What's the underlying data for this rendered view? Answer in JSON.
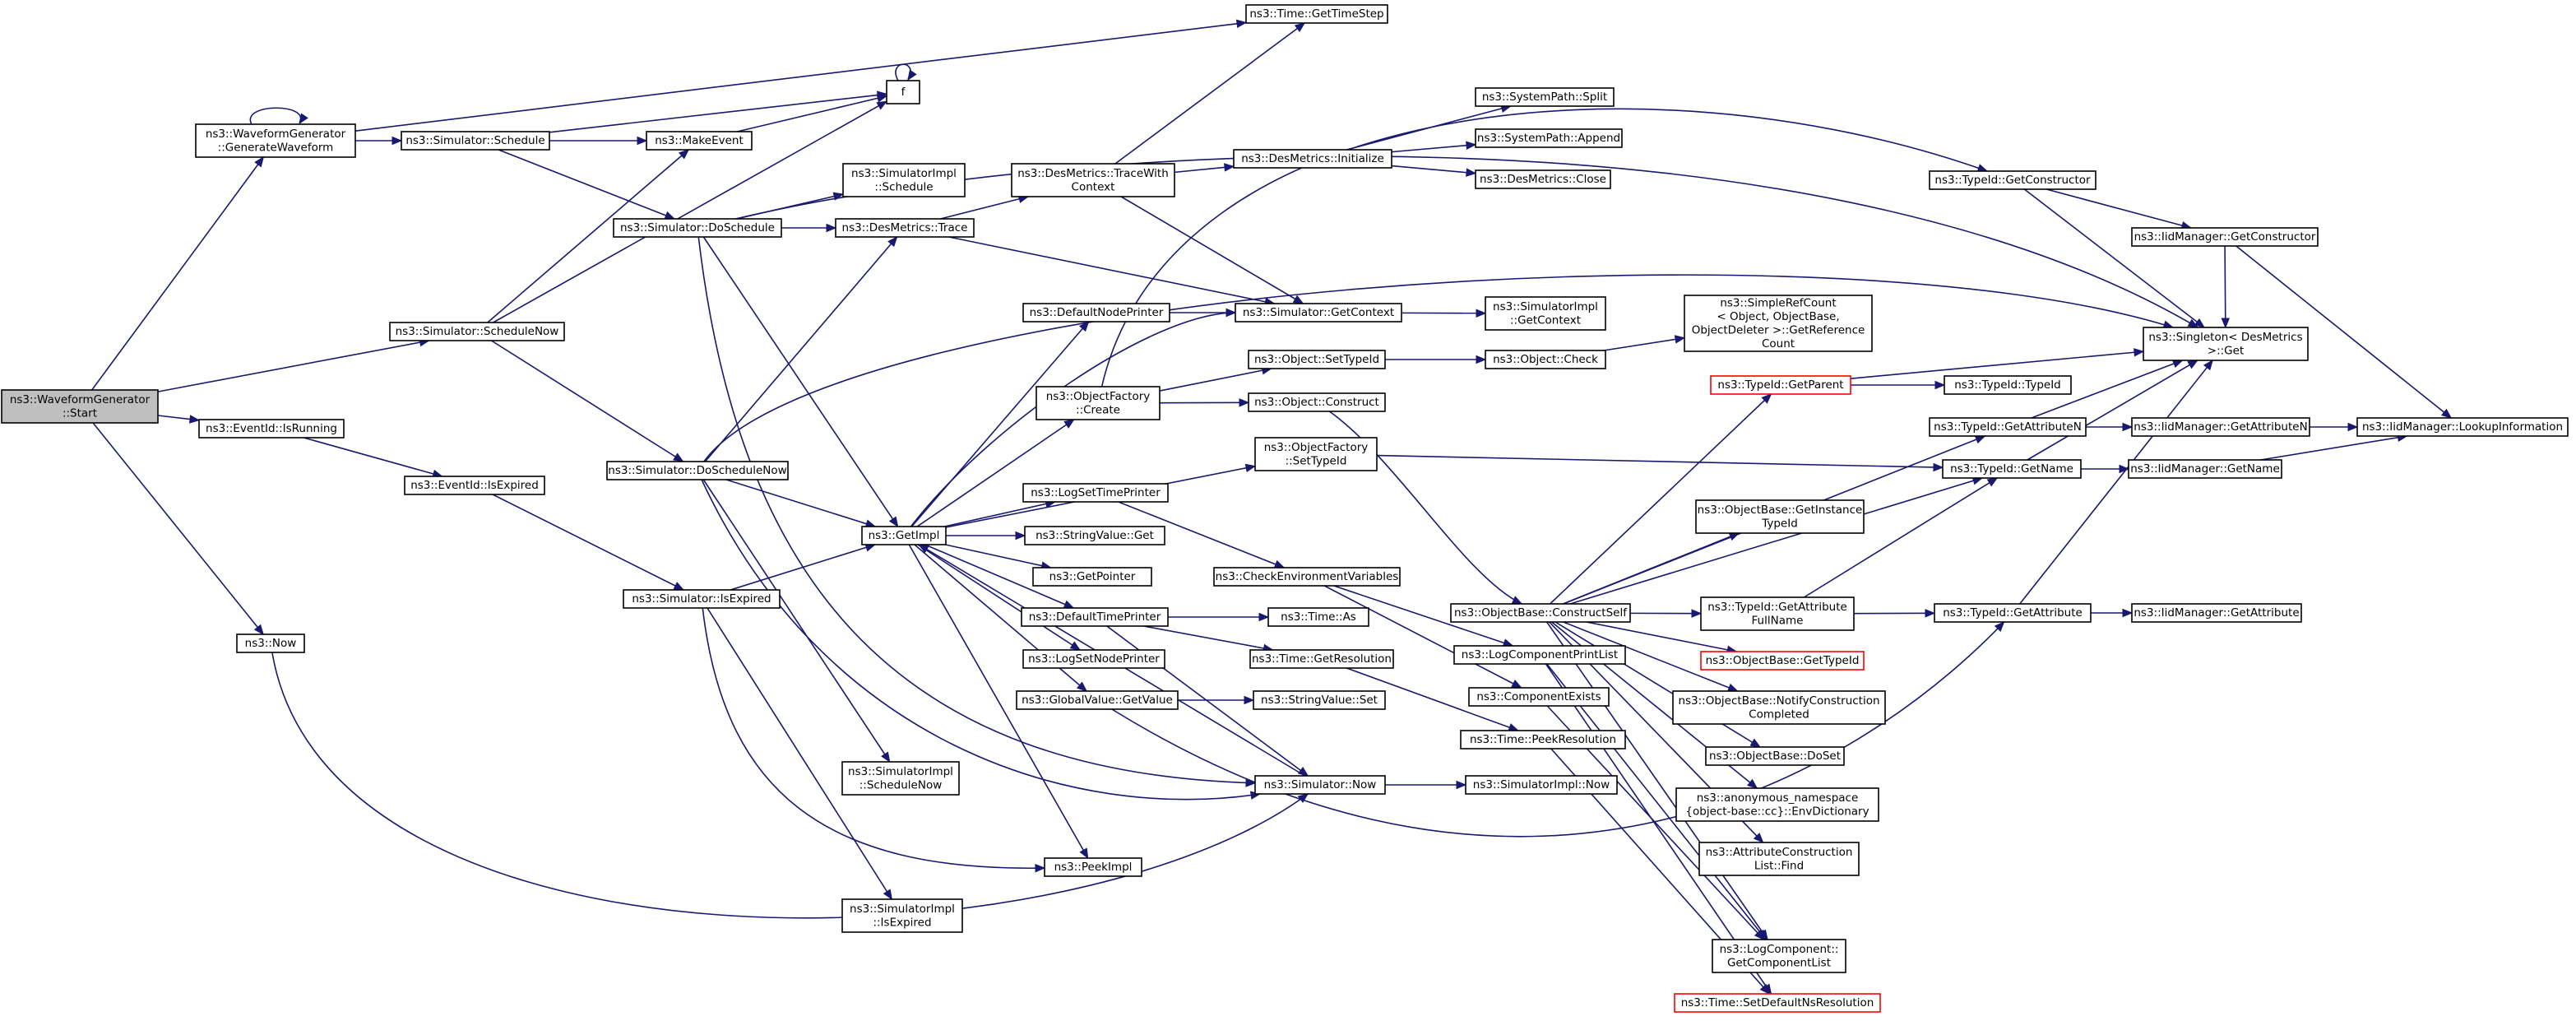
{
  "colors": {
    "edge": "#191970",
    "node_border": "#000000",
    "root_fill": "#bfbfbf",
    "truncated_border": "#ff0000"
  },
  "nodes": [
    {
      "id": "start",
      "lines": [
        "ns3::WaveformGenerator",
        "::Start"
      ],
      "root": true
    },
    {
      "id": "genwave",
      "lines": [
        "ns3::WaveformGenerator",
        "::GenerateWaveform"
      ]
    },
    {
      "id": "schedule",
      "lines": [
        "ns3::Simulator::Schedule"
      ]
    },
    {
      "id": "makeevent",
      "lines": [
        "ns3::MakeEvent"
      ]
    },
    {
      "id": "f",
      "lines": [
        "f"
      ]
    },
    {
      "id": "gettimestep",
      "lines": [
        "ns3::Time::GetTimeStep"
      ]
    },
    {
      "id": "doschedule",
      "lines": [
        "ns3::Simulator::DoSchedule"
      ]
    },
    {
      "id": "simimplschedule",
      "lines": [
        "ns3::SimulatorImpl",
        "::Schedule"
      ]
    },
    {
      "id": "desmetricstrace",
      "lines": [
        "ns3::DesMetrics::Trace"
      ]
    },
    {
      "id": "tracewithcontext",
      "lines": [
        "ns3::DesMetrics::TraceWith",
        "Context"
      ]
    },
    {
      "id": "desinit",
      "lines": [
        "ns3::DesMetrics::Initialize"
      ]
    },
    {
      "id": "split",
      "lines": [
        "ns3::SystemPath::Split"
      ]
    },
    {
      "id": "append",
      "lines": [
        "ns3::SystemPath::Append"
      ]
    },
    {
      "id": "desclose",
      "lines": [
        "ns3::DesMetrics::Close"
      ]
    },
    {
      "id": "scheduleNow",
      "lines": [
        "ns3::Simulator::ScheduleNow"
      ]
    },
    {
      "id": "defaultnodeprinter",
      "lines": [
        "ns3::DefaultNodePrinter"
      ]
    },
    {
      "id": "simgetcontext",
      "lines": [
        "ns3::Simulator::GetContext"
      ]
    },
    {
      "id": "simimplgetcontext",
      "lines": [
        "ns3::SimulatorImpl",
        "::GetContext"
      ]
    },
    {
      "id": "simplerefcount",
      "lines": [
        "ns3::SimpleRefCount",
        "< Object, ObjectBase,",
        "ObjectDeleter >::GetReference",
        "Count"
      ]
    },
    {
      "id": "typeidgetconstructor",
      "lines": [
        "ns3::TypeId::GetConstructor"
      ]
    },
    {
      "id": "iidmgrgetconstructor",
      "lines": [
        "ns3::IidManager::GetConstructor"
      ]
    },
    {
      "id": "singletonget",
      "lines": [
        "ns3::Singleton< DesMetrics",
        "  >::Get"
      ]
    },
    {
      "id": "objectfactorycreate",
      "lines": [
        "ns3::ObjectFactory",
        "::Create"
      ]
    },
    {
      "id": "objectsettypeid",
      "lines": [
        "ns3::Object::SetTypeId"
      ]
    },
    {
      "id": "objectcheck",
      "lines": [
        "ns3::Object::Check"
      ]
    },
    {
      "id": "objectconstruct",
      "lines": [
        "ns3::Object::Construct"
      ]
    },
    {
      "id": "typeidgetparent",
      "lines": [
        "ns3::TypeId::GetParent"
      ],
      "truncated": true
    },
    {
      "id": "typeidtypeid",
      "lines": [
        "ns3::TypeId::TypeId"
      ]
    },
    {
      "id": "eventidisrunning",
      "lines": [
        "ns3::EventId::IsRunning"
      ]
    },
    {
      "id": "typeidgetattributen",
      "lines": [
        "ns3::TypeId::GetAttributeN"
      ]
    },
    {
      "id": "iidmgrgetattributen",
      "lines": [
        "ns3::IidManager::GetAttributeN"
      ]
    },
    {
      "id": "iidmgrlookup",
      "lines": [
        "ns3::IidManager::LookupInformation"
      ]
    },
    {
      "id": "objectfactorysettypeid",
      "lines": [
        "ns3::ObjectFactory",
        "::SetTypeId"
      ]
    },
    {
      "id": "typeidgetname",
      "lines": [
        "ns3::TypeId::GetName"
      ]
    },
    {
      "id": "iidmgrgetname",
      "lines": [
        "ns3::IidManager::GetName"
      ]
    },
    {
      "id": "eventidisexpired",
      "lines": [
        "ns3::EventId::IsExpired"
      ]
    },
    {
      "id": "doschedulenow",
      "lines": [
        "ns3::Simulator::DoScheduleNow"
      ]
    },
    {
      "id": "logsettimeprinter",
      "lines": [
        "ns3::LogSetTimePrinter"
      ]
    },
    {
      "id": "getimpl",
      "lines": [
        "ns3::GetImpl"
      ]
    },
    {
      "id": "stringvalueget",
      "lines": [
        "ns3::StringValue::Get"
      ]
    },
    {
      "id": "objectbasegetinstancetypeid",
      "lines": [
        "ns3::ObjectBase::GetInstance",
        "TypeId"
      ]
    },
    {
      "id": "getpointer",
      "lines": [
        "ns3::GetPointer"
      ]
    },
    {
      "id": "checkenv",
      "lines": [
        "ns3::CheckEnvironmentVariables"
      ]
    },
    {
      "id": "simisexpired",
      "lines": [
        "ns3::Simulator::IsExpired"
      ]
    },
    {
      "id": "defaulttimeprinter",
      "lines": [
        "ns3::DefaultTimePrinter"
      ]
    },
    {
      "id": "timeas",
      "lines": [
        "ns3::Time::As"
      ]
    },
    {
      "id": "constructself",
      "lines": [
        "ns3::ObjectBase::ConstructSelf"
      ]
    },
    {
      "id": "typeidgetattributefullname",
      "lines": [
        "ns3::TypeId::GetAttribute",
        "FullName"
      ]
    },
    {
      "id": "typeidgetattribute",
      "lines": [
        "ns3::TypeId::GetAttribute"
      ]
    },
    {
      "id": "iidmgrgetattribute",
      "lines": [
        "ns3::IidManager::GetAttribute"
      ]
    },
    {
      "id": "now",
      "lines": [
        "ns3::Now"
      ]
    },
    {
      "id": "logcomponentprintlist",
      "lines": [
        "ns3::LogComponentPrintList"
      ]
    },
    {
      "id": "objectbasegettypeid",
      "lines": [
        "ns3::ObjectBase::GetTypeId"
      ],
      "truncated": true
    },
    {
      "id": "logsetnodeprinter",
      "lines": [
        "ns3::LogSetNodePrinter"
      ]
    },
    {
      "id": "timegetresolution",
      "lines": [
        "ns3::Time::GetResolution"
      ]
    },
    {
      "id": "globalvaluegetvalue",
      "lines": [
        "ns3::GlobalValue::GetValue"
      ]
    },
    {
      "id": "stringvalueset",
      "lines": [
        "ns3::StringValue::Set"
      ]
    },
    {
      "id": "componentexists",
      "lines": [
        "ns3::ComponentExists"
      ]
    },
    {
      "id": "notifyconstruction",
      "lines": [
        "ns3::ObjectBase::NotifyConstruction",
        "Completed"
      ]
    },
    {
      "id": "timepeekresolution",
      "lines": [
        "ns3::Time::PeekResolution"
      ]
    },
    {
      "id": "objectbasedoset",
      "lines": [
        "ns3::ObjectBase::DoSet"
      ]
    },
    {
      "id": "simimplschedulenow",
      "lines": [
        "ns3::SimulatorImpl",
        "::ScheduleNow"
      ]
    },
    {
      "id": "simnow",
      "lines": [
        "ns3::Simulator::Now"
      ]
    },
    {
      "id": "simimplnow",
      "lines": [
        "ns3::SimulatorImpl::Now"
      ]
    },
    {
      "id": "envdictionary",
      "lines": [
        "ns3::anonymous_namespace",
        "{object-base::cc}::EnvDictionary"
      ]
    },
    {
      "id": "attrconstructionfind",
      "lines": [
        "ns3::AttributeConstruction",
        "List::Find"
      ]
    },
    {
      "id": "peekimpl",
      "lines": [
        "ns3::PeekImpl"
      ]
    },
    {
      "id": "simimplisexpired",
      "lines": [
        "ns3::SimulatorImpl",
        "::IsExpired"
      ]
    },
    {
      "id": "logcomponentgetlist",
      "lines": [
        "ns3::LogComponent::",
        "GetComponentList"
      ]
    },
    {
      "id": "timesetdefaultns",
      "lines": [
        "ns3::Time::SetDefaultNsResolution"
      ],
      "truncated": true
    }
  ]
}
